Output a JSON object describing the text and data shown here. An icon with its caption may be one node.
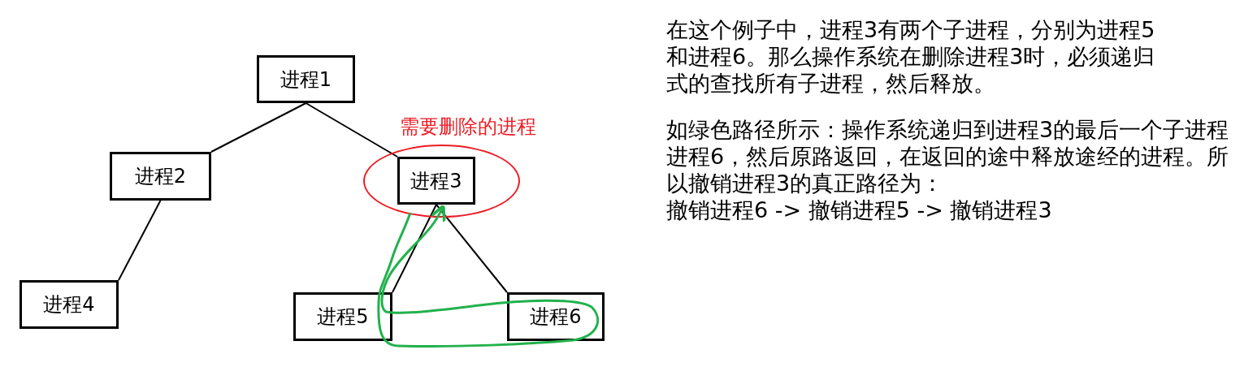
{
  "diagram": {
    "nodes": [
      {
        "text": [
          "进程1"
        ]
      },
      {
        "text": [
          "进程2"
        ]
      },
      {
        "text": [
          "需要删除的进程"
        ]
      },
      {
        "text": [
          "进程3"
        ],
        "in": 2
      },
      {
        "text": [
          "进程4"
        ]
      },
      {
        "text": [
          "进程5"
        ]
      },
      {
        "text": [
          "进程6"
        ]
      }
    ],
    "edges": [
      {
        "from": 0,
        "to": 1,
        "arrow": "none"
      },
      {
        "from": 0,
        "to": 3,
        "arrow": "none"
      },
      {
        "from": 1,
        "to": 4,
        "arrow": "none"
      },
      {
        "from": 3,
        "to": 5,
        "arrow": "none"
      },
      {
        "from": 3,
        "to": 6,
        "arrow": "none"
      },
      {
        "from": null,
        "to": 3,
        "arrow": "to",
        "color": "#22b14c"
      }
    ],
    "labels": [
      "在这个例子中，进程3有两个子进程，分别为进程5和进程6。那么操作系统在删除进程3时，必须递归式的查找所有子进程，然后释放。",
      "如绿色路径所示：操作系统递归到进程3的最后一个子进程进程6，然后原路返回，在返回的途中释放途经的进程。所以撤销进程3的真正路径为：",
      "撤销进程6 -> 撤销进程5 -> 撤销进程3"
    ]
  }
}
